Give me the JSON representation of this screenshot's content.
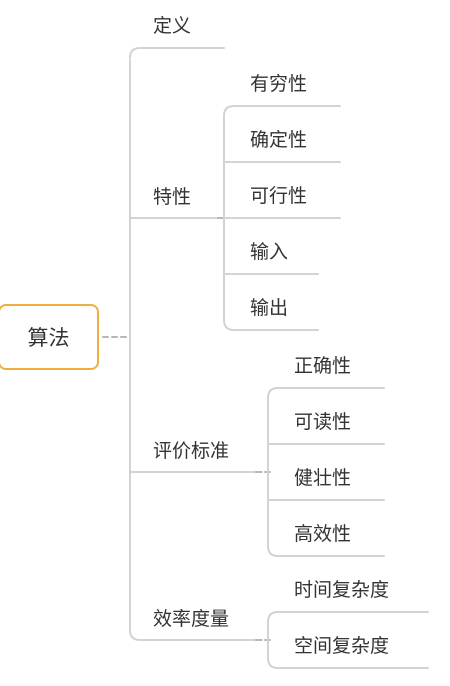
{
  "root": {
    "label": "算法"
  },
  "branches": {
    "definition": {
      "label": "定义"
    },
    "properties": {
      "label": "特性",
      "children": [
        "有穷性",
        "确定性",
        "可行性",
        "输入",
        "输出"
      ]
    },
    "evaluation": {
      "label": "评价标准",
      "children": [
        "正确性",
        "可读性",
        "健壮性",
        "高效性"
      ]
    },
    "efficiency": {
      "label": "效率度量",
      "children": [
        "时间复杂度",
        "空间复杂度"
      ]
    }
  },
  "colors": {
    "root_border": "#efae40",
    "connector": "#d3d3d3",
    "text": "#333333"
  }
}
